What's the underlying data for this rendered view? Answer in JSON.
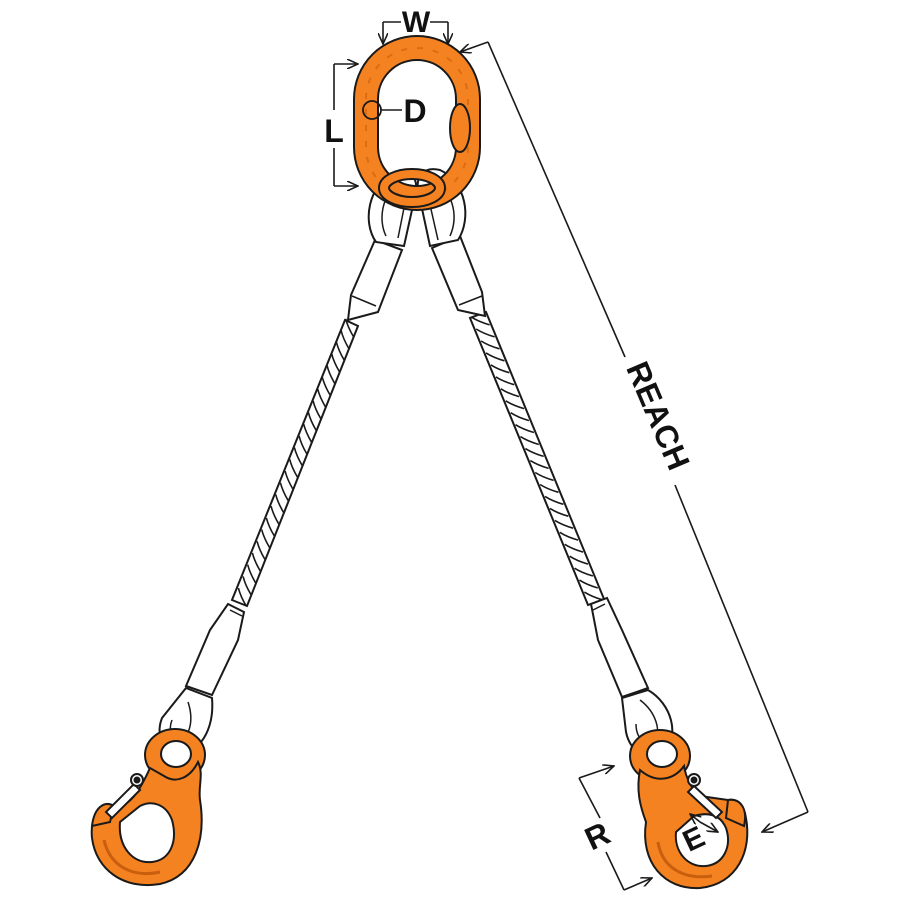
{
  "colors": {
    "hardware": "#F58220",
    "hardware_shade": "#C85E0E",
    "outline": "#1a1a1a",
    "wire": "#ffffff"
  },
  "labels": {
    "width": "W",
    "length": "L",
    "diameter": "D",
    "reach": "REACH",
    "radius": "R",
    "throat": "E"
  }
}
